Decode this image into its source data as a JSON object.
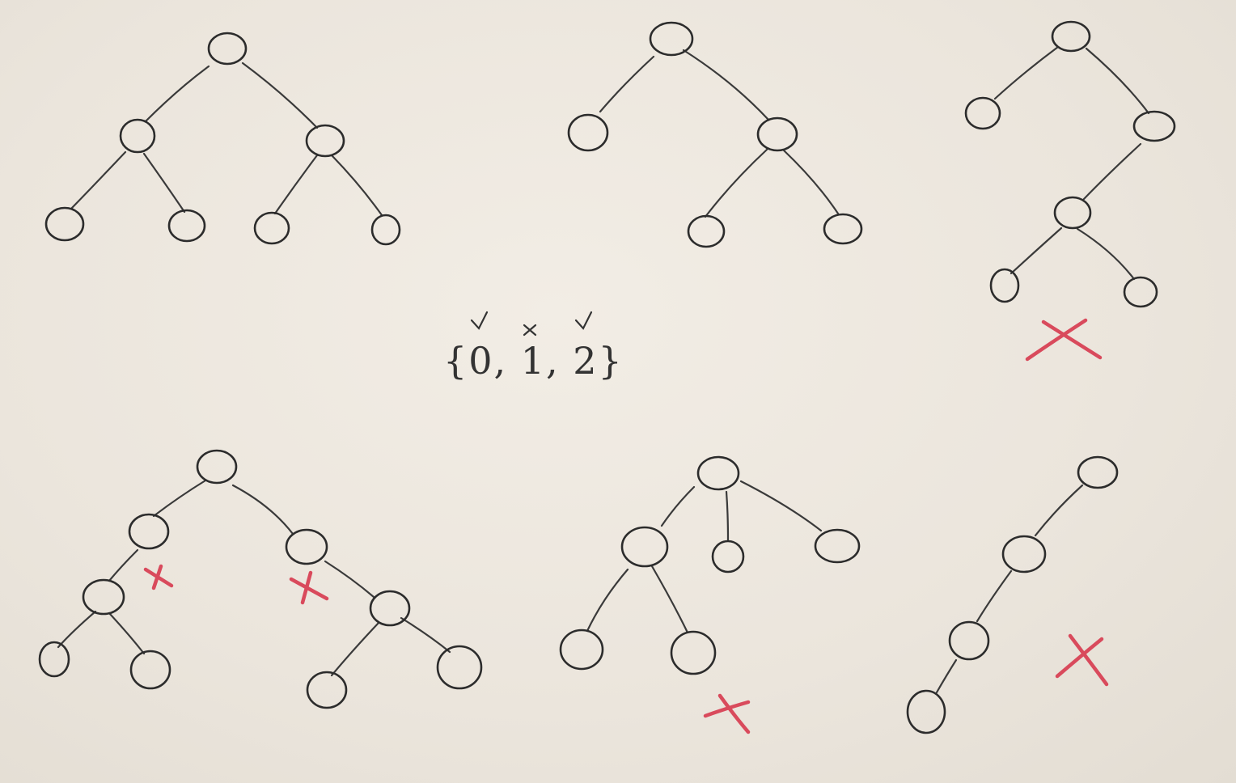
{
  "set_annotation": {
    "text": "{0, 1, 2}",
    "marks": [
      "check",
      "cross",
      "check"
    ]
  },
  "colors": {
    "ink": "#2c2c2c",
    "reject_mark": "#d94a5c",
    "paper": "#ece6dd"
  },
  "trees": [
    {
      "name": "tree-perfect",
      "verdict": "valid"
    },
    {
      "name": "tree-full-right-subtree",
      "verdict": "valid"
    },
    {
      "name": "tree-unbalanced-right",
      "verdict": "rejected"
    },
    {
      "name": "tree-one-child-nodes",
      "verdict": "rejected"
    },
    {
      "name": "tree-three-children",
      "verdict": "rejected"
    },
    {
      "name": "tree-chain",
      "verdict": "rejected"
    }
  ]
}
